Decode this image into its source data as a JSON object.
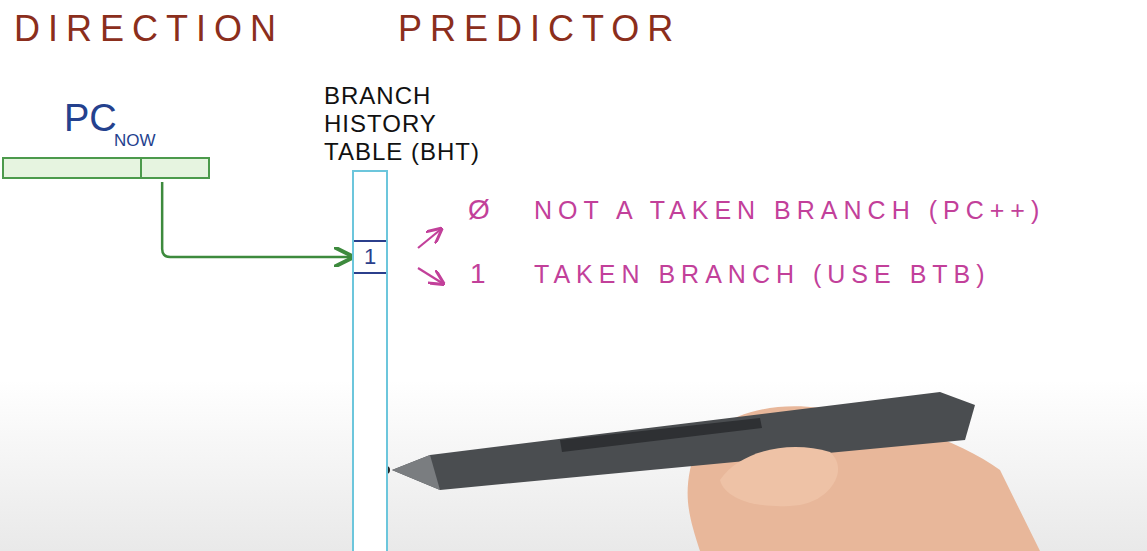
{
  "diagram": {
    "title": "DIRECTION PREDICTOR",
    "nodes": [
      {
        "text": [
          "PC",
          "NOW"
        ]
      },
      {
        "text": [
          "BRANCH HISTORY TABLE (BHT)"
        ]
      },
      {
        "text": [
          "1"
        ],
        "in": 1
      }
    ],
    "edges": [
      {
        "from": 0,
        "to": 2,
        "arrow": "to"
      }
    ],
    "labels": [
      "Ø",
      "NOT A TAKEN BRANCH (PC++)",
      "1",
      "TAKEN BRANCH (USE BTB)"
    ]
  }
}
